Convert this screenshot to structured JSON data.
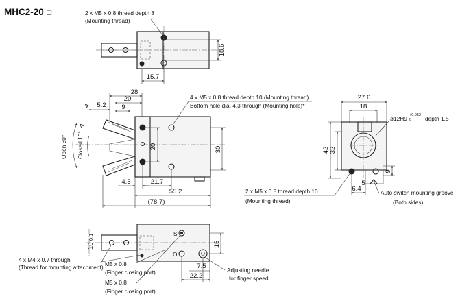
{
  "title": "MHC2-20",
  "title_box_glyph": "□",
  "top_view": {
    "thread_note": "2 x M5 x 0.8 thread depth 8",
    "thread_sub": "(Mounting thread)",
    "dim_18_6": "18.6",
    "dim_15_7": "15.7"
  },
  "side_view": {
    "dim_28": "28",
    "dim_20": "20",
    "dim_5_2": "5.2",
    "dim_9": "9",
    "dim_4a": "4",
    "dim_4b": "4",
    "open_angle": "Open 30°",
    "closed_angle": "Closed 10°",
    "thread_note": "4 x M5 x 0.8 thread depth 10 (Mounting thread)",
    "hole_note": "Bottom hole dia. 4.3 through (Mounting hole)*",
    "dim_20_vert": "20",
    "dim_30": "30",
    "dim_4_5": "4.5",
    "dim_21_7": "21.7",
    "dim_55_2": "55.2",
    "dim_78_7": "(78.7)"
  },
  "end_view": {
    "dim_27_6": "27.6",
    "dim_18": "18",
    "bore_main": "ø12H9",
    "bore_tol_upper": "+0.052",
    "bore_tol_lower": "0",
    "bore_depth": "depth 1.5",
    "dim_42": "42",
    "dim_32": "32",
    "dim_9": "9",
    "dim_5": "5",
    "dim_6_4": "6.4",
    "thread_note": "2 x M5 x 0.8 thread depth 10",
    "thread_sub": "(Mounting thread)",
    "groove_note": "Auto switch mounting groove",
    "groove_sub": "(Both sides)"
  },
  "bottom_view": {
    "dim_10": "10",
    "dim_0_1": "0.1",
    "dim_15": "15",
    "thread_note": "4 x M4 x 0.7 through",
    "thread_sub": "(Thread for mounting attachment)",
    "port1": "M5 x 0.8",
    "port1_sub": "(Finger closing port)",
    "port2": "M5 x 0.8",
    "port2_sub": "(Finger closing port)",
    "mark_s": "S",
    "mark_o": "O",
    "dim_7_5": "7.5",
    "dim_22_2": "22.2",
    "needle_note": "Adjusting needle",
    "needle_sub": "for finger speed"
  }
}
